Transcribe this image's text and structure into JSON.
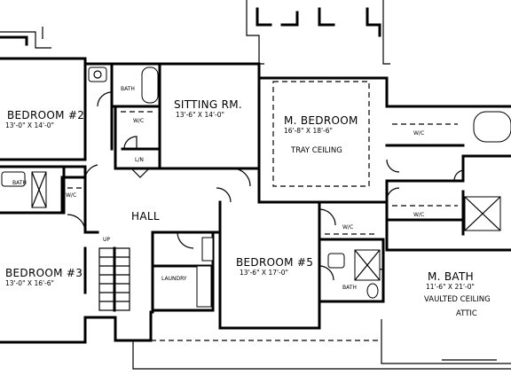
{
  "rooms": {
    "bedroom2": {
      "name": "BEDROOM #2",
      "dims": "13'-0\" X 14'-0\""
    },
    "sitting": {
      "name": "SITTING RM.",
      "dims": "13'-6\" X 14'-0\""
    },
    "master": {
      "name": "M. BEDROOM",
      "dims": "16'-8\" X 18'-6\"",
      "note": "TRAY CEILING"
    },
    "hall": {
      "name": "HALL"
    },
    "bedroom3": {
      "name": "BEDROOM #3",
      "dims": "13'-0\" X 16'-6\""
    },
    "bedroom5": {
      "name": "BEDROOM #5",
      "dims": "13'-6\" X 17'-0\""
    },
    "mbath": {
      "name": "M. BATH",
      "dims": "11'-6\" X 21'-0\"",
      "note": "VAULTED CEILING"
    },
    "attic": {
      "name": "ATTIC"
    }
  },
  "small_labels": {
    "bath": "BATH",
    "wic": "W/C",
    "lin": "L/N",
    "laundry": "LAUNDRY",
    "up": "UP"
  }
}
